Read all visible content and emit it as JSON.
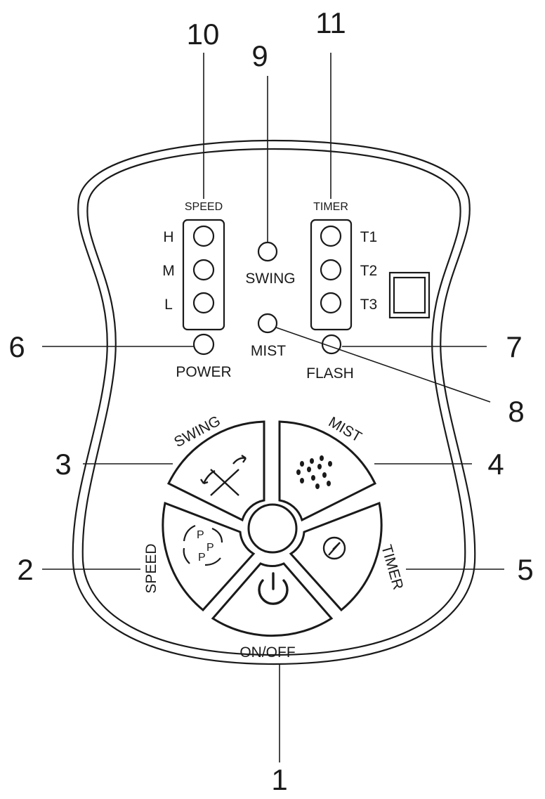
{
  "callouts": {
    "n1": "1",
    "n2": "2",
    "n3": "3",
    "n4": "4",
    "n5": "5",
    "n6": "6",
    "n7": "7",
    "n8": "8",
    "n9": "9",
    "n10": "10",
    "n11": "11"
  },
  "indicators": {
    "speed_title": "SPEED",
    "speed_levels": [
      "H",
      "M",
      "L"
    ],
    "swing": "SWING",
    "mist": "MIST",
    "power": "POWER",
    "timer_title": "TIMER",
    "timer_levels": [
      "T1",
      "T2",
      "T3"
    ],
    "flash": "FLASH"
  },
  "buttons": {
    "swing": "SWING",
    "mist": "MIST",
    "speed": "SPEED",
    "timer": "TIMER",
    "onoff": "ON/OFF"
  },
  "icons": {
    "swing": "swing-arrows-icon",
    "mist": "mist-drops-icon",
    "speed": "rotating-speed-icon",
    "timer": "clock-icon",
    "onoff": "power-icon"
  }
}
